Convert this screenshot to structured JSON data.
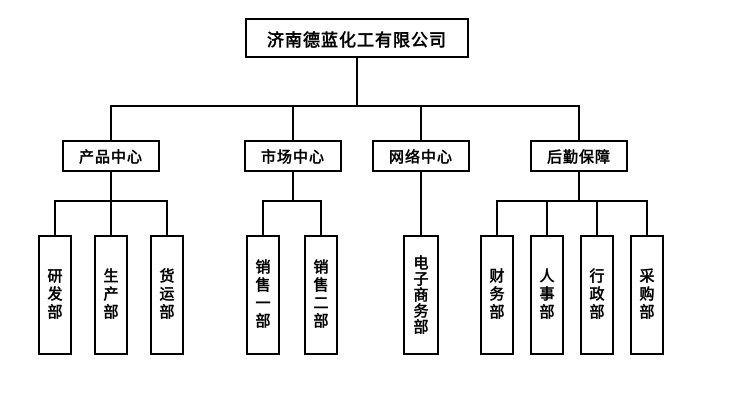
{
  "colors": {
    "background": "#ffffff",
    "border": "#000000",
    "line": "#000000",
    "text": "#000000"
  },
  "chart": {
    "type": "org-chart",
    "root": "济南德蓝化工有限公司",
    "level2": [
      {
        "label": "产品中心",
        "children": [
          "研发部",
          "生产部",
          "货运部"
        ]
      },
      {
        "label": "市场中心",
        "children": [
          "销售一部",
          "销售二部"
        ]
      },
      {
        "label": "网络中心",
        "children": [
          "电子商务部"
        ]
      },
      {
        "label": "后勤保障",
        "children": [
          "财务部",
          "人事部",
          "行政部",
          "采购部"
        ]
      }
    ]
  }
}
